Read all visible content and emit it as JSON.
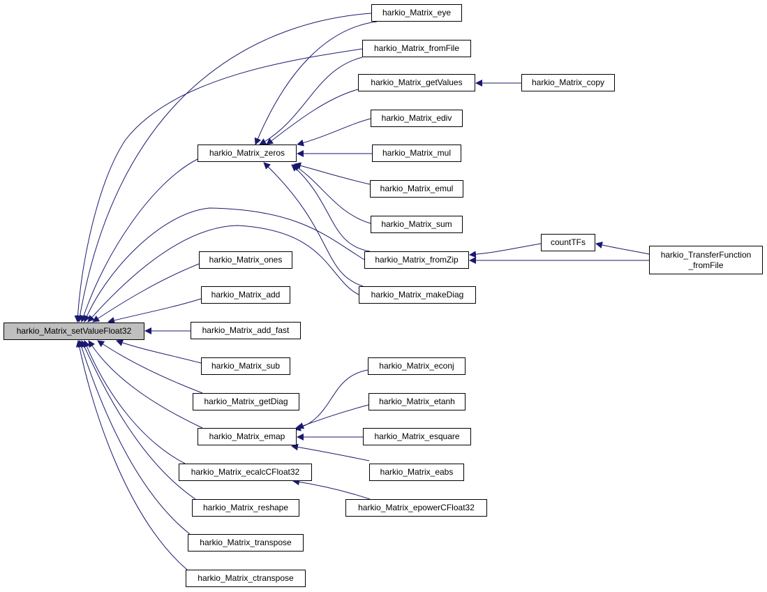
{
  "graph": {
    "root": "harkio_Matrix_setValueFloat32",
    "edge_color": "#191970",
    "root_fill": "#bfbfbf",
    "nodes": {
      "setValueFloat32": "harkio_Matrix_setValueFloat32",
      "eye": "harkio_Matrix_eye",
      "fromFile": "harkio_Matrix_fromFile",
      "getValues": "harkio_Matrix_getValues",
      "copy": "harkio_Matrix_copy",
      "ediv": "harkio_Matrix_ediv",
      "zeros": "harkio_Matrix_zeros",
      "mul": "harkio_Matrix_mul",
      "emul": "harkio_Matrix_emul",
      "sum": "harkio_Matrix_sum",
      "countTFs": "countTFs",
      "tf_line1": "harkio_TransferFunction",
      "tf_line2": "_fromFile",
      "fromZip": "harkio_Matrix_fromZip",
      "ones": "harkio_Matrix_ones",
      "makeDiag": "harkio_Matrix_makeDiag",
      "add": "harkio_Matrix_add",
      "add_fast": "harkio_Matrix_add_fast",
      "sub": "harkio_Matrix_sub",
      "econj": "harkio_Matrix_econj",
      "getDiag": "harkio_Matrix_getDiag",
      "etanh": "harkio_Matrix_etanh",
      "emap": "harkio_Matrix_emap",
      "esquare": "harkio_Matrix_esquare",
      "ecalcCFloat32": "harkio_Matrix_ecalcCFloat32",
      "eabs": "harkio_Matrix_eabs",
      "reshape": "harkio_Matrix_reshape",
      "epowerCFloat32": "harkio_Matrix_epowerCFloat32",
      "transpose": "harkio_Matrix_transpose",
      "ctranspose": "harkio_Matrix_ctranspose"
    },
    "edges": [
      [
        "eye",
        "setValueFloat32"
      ],
      [
        "fromFile",
        "setValueFloat32"
      ],
      [
        "zeros",
        "setValueFloat32"
      ],
      [
        "fromZip",
        "setValueFloat32"
      ],
      [
        "makeDiag",
        "setValueFloat32"
      ],
      [
        "ones",
        "setValueFloat32"
      ],
      [
        "add",
        "setValueFloat32"
      ],
      [
        "add_fast",
        "setValueFloat32"
      ],
      [
        "sub",
        "setValueFloat32"
      ],
      [
        "getDiag",
        "setValueFloat32"
      ],
      [
        "emap",
        "setValueFloat32"
      ],
      [
        "ecalcCFloat32",
        "setValueFloat32"
      ],
      [
        "reshape",
        "setValueFloat32"
      ],
      [
        "transpose",
        "setValueFloat32"
      ],
      [
        "ctranspose",
        "setValueFloat32"
      ],
      [
        "eye",
        "zeros"
      ],
      [
        "fromFile",
        "zeros"
      ],
      [
        "getValues",
        "zeros"
      ],
      [
        "ediv",
        "zeros"
      ],
      [
        "mul",
        "zeros"
      ],
      [
        "emul",
        "zeros"
      ],
      [
        "sum",
        "zeros"
      ],
      [
        "fromZip",
        "zeros"
      ],
      [
        "makeDiag",
        "zeros"
      ],
      [
        "copy",
        "getValues"
      ],
      [
        "countTFs",
        "fromZip"
      ],
      [
        "tf",
        "fromZip"
      ],
      [
        "tf",
        "countTFs"
      ],
      [
        "econj",
        "emap"
      ],
      [
        "etanh",
        "emap"
      ],
      [
        "esquare",
        "emap"
      ],
      [
        "eabs",
        "emap"
      ],
      [
        "epowerCFloat32",
        "ecalcCFloat32"
      ]
    ]
  }
}
